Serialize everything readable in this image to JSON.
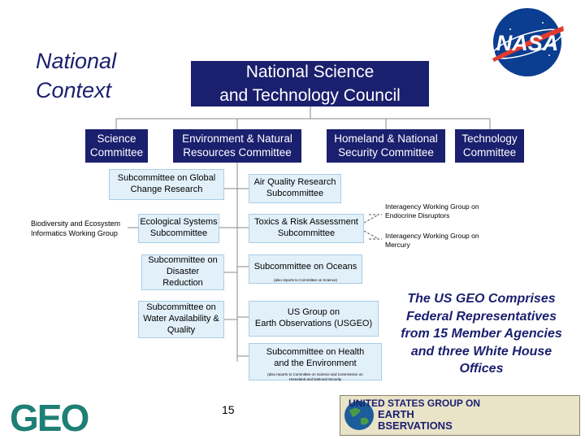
{
  "context_title": [
    "National",
    "Context"
  ],
  "council": [
    "National Science",
    "and Technology Council"
  ],
  "committees": [
    [
      "Science",
      "Committee"
    ],
    [
      "Environment & Natural",
      "Resources Committee"
    ],
    [
      "Homeland & National",
      "Security Committee"
    ],
    [
      "Technology",
      "Committee"
    ]
  ],
  "left_subs": [
    [
      "Subcommittee on Global",
      "Change Research"
    ],
    [
      "Ecological Systems",
      "Subcommittee"
    ],
    [
      "Subcommittee on",
      "Disaster",
      "Reduction"
    ],
    [
      "Subcommittee on",
      "Water Availability &",
      "Quality"
    ]
  ],
  "right_subs": [
    [
      "Air Quality Research",
      "Subcommittee"
    ],
    [
      "Toxics & Risk Assessment",
      "Subcommittee"
    ],
    [
      "Subcommittee on Oceans"
    ],
    [
      "US Group on",
      "Earth Observations (USGEO)"
    ],
    [
      "Subcommittee on Health",
      "and the Environment"
    ]
  ],
  "oceans_note": "(also reports to Committee on Science)",
  "health_note": [
    "(also reports to Committee on Science and Commission on",
    "Homeland and National Security"
  ],
  "biodiversity_group": [
    "Biodiversity and Ecosystem",
    "Informatics Working Group"
  ],
  "interagency_groups": [
    [
      "Interagency Working Group on",
      "Endocrine Disruptors"
    ],
    [
      "Interagency Working Group on",
      "Mercury"
    ]
  ],
  "geo_statement": [
    "The US GEO Comprises",
    "Federal Representatives",
    "from 15 Member Agencies",
    "and three White House",
    "Offices"
  ],
  "page_number": "15",
  "usgeo_banner": [
    "UNITED STATES GROUP ON",
    "EARTH",
    "BSERVATIONS"
  ],
  "logos": {
    "nasa": "NASA",
    "geo": "GEO"
  },
  "colors": {
    "navy": "#1a1f6e",
    "sub_fill": "#e2f0fa",
    "sub_border": "#a9cde6",
    "nasa_blue": "#0b3d91",
    "nasa_red": "#e03c31",
    "geo_teal": "#1e7f74"
  }
}
